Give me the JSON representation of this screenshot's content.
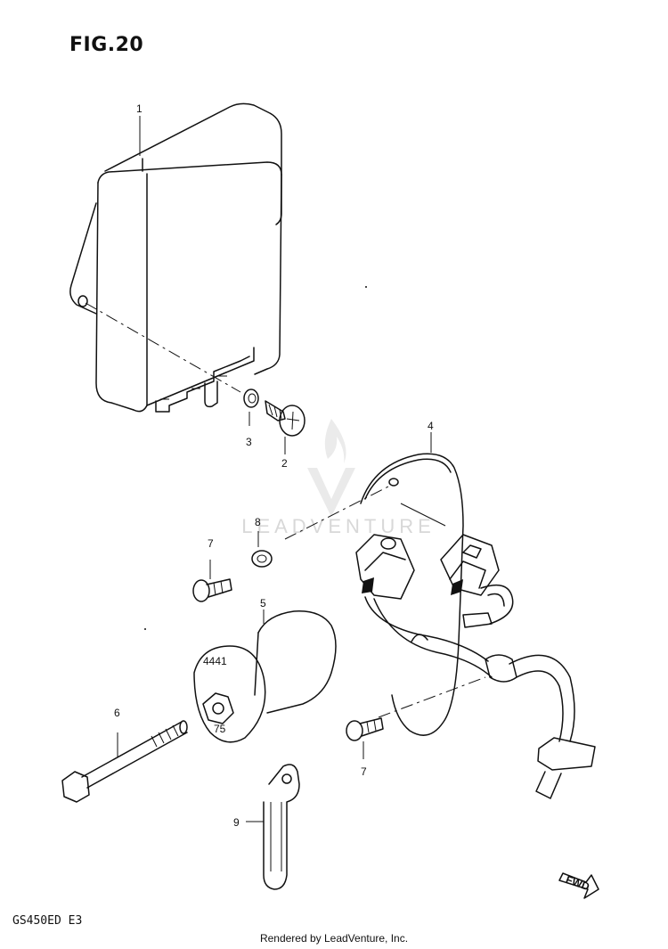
{
  "figure": {
    "title": "FIG.20",
    "model_code": "GS450ED  E3",
    "rendered_by": "Rendered by LeadVenture, Inc.",
    "watermark": "LEADVENTURE",
    "fwd_label": "FWD"
  },
  "callouts": [
    {
      "number": "1"
    },
    {
      "number": "2"
    },
    {
      "number": "3"
    },
    {
      "number": "4"
    },
    {
      "number": "5"
    },
    {
      "number": "6"
    },
    {
      "number": "7"
    },
    {
      "number": "7"
    },
    {
      "number": "8"
    },
    {
      "number": "9"
    }
  ],
  "part_markings": {
    "coil_text_1": "4441",
    "coil_text_2": "75"
  }
}
